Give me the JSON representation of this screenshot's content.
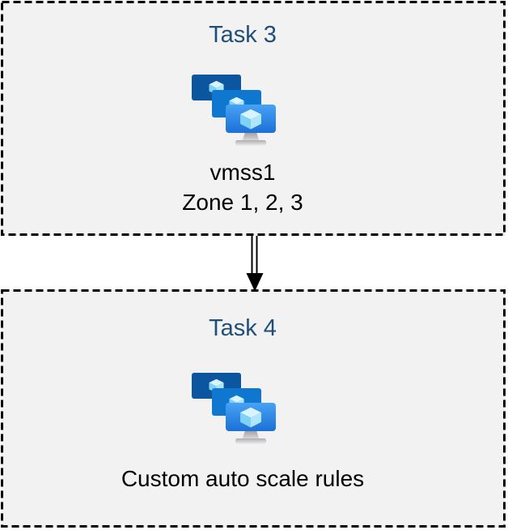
{
  "diagram": {
    "boxes": [
      {
        "title": "Task 3",
        "labels": [
          "vmss1",
          "Zone 1, 2, 3"
        ],
        "icon": "vm-scale-set-icon"
      },
      {
        "title": "Task 4",
        "labels": [
          "Custom auto scale rules"
        ],
        "icon": "vm-scale-set-icon"
      }
    ],
    "connector": {
      "type": "double-line-arrow",
      "direction": "down",
      "from": "Task 3",
      "to": "Task 4",
      "color": "#000000"
    },
    "colors": {
      "page_background": "#ffffff",
      "box_fill": "#f2f2f2",
      "box_border": "#000000",
      "title_text": "#1f4e79",
      "body_text": "#000000",
      "icon_screen_back": "#0b569e",
      "icon_screen_middle": "#0f77d0",
      "icon_screen_front_top": "#47a3f3",
      "icon_screen_front_bottom": "#1c70d8",
      "icon_cube_top": "#d9f4fe",
      "icon_cube_left": "#7fd2f6",
      "icon_cube_right": "#aee6fb",
      "icon_stand_dark": "#9e9e9e",
      "icon_stand_light": "#e6e6e6"
    }
  }
}
